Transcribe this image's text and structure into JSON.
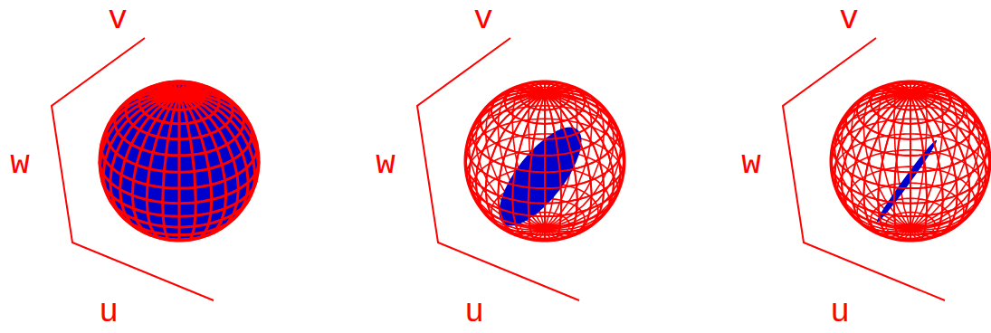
{
  "diagram": {
    "labels": [
      "v",
      "w",
      "u",
      "v",
      "w",
      "u",
      "v",
      "w",
      "u"
    ]
  }
}
